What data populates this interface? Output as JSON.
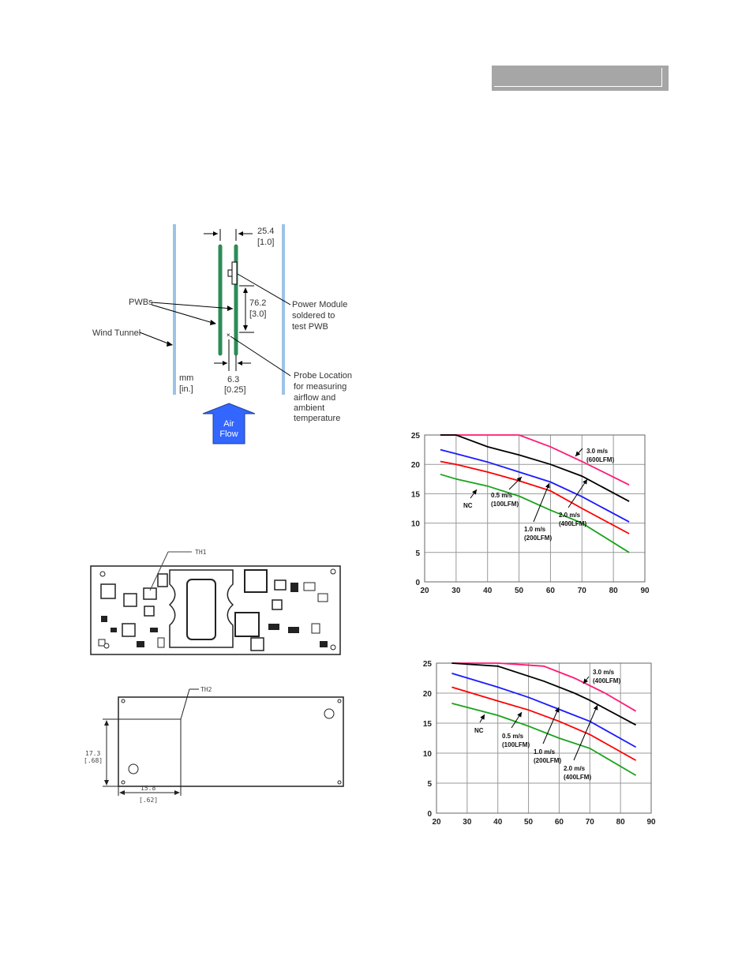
{
  "header": {
    "bar_color": "#a6a6a6"
  },
  "wind_tunnel_figure": {
    "dim_top_mm": "25.4",
    "dim_top_in": "[1.0]",
    "dim_mid_mm": "76.2",
    "dim_mid_in": "[3.0]",
    "dim_bottom_mm": "6.3",
    "dim_bottom_in": "[0.25]",
    "label_pwbs": "PWBs",
    "label_wind_tunnel": "Wind Tunnel",
    "label_units_mm": "mm",
    "label_units_in": "[in.]",
    "label_power_module": [
      "Power Module",
      "soldered to",
      "test PWB"
    ],
    "label_probe": [
      "Probe Location",
      "for measuring",
      "airflow and",
      "ambient",
      "temperature"
    ],
    "air_flow_label": [
      "Air",
      "Flow"
    ],
    "colors": {
      "tunnel": "#9dc3e6",
      "pwb": "#2e8b57",
      "arrow": "#3366ff"
    }
  },
  "pcb_top": {
    "label_th1": "TH1"
  },
  "pcb_bottom": {
    "label_th2": "TH2",
    "dim_v_mm": "17.3",
    "dim_v_in": "[.68]",
    "dim_h_mm": "15.8",
    "dim_h_in": "[.62]"
  },
  "chart_data": [
    {
      "type": "line",
      "title": "",
      "xlabel": "",
      "ylabel": "",
      "xlim": [
        20,
        90
      ],
      "ylim": [
        0,
        25
      ],
      "xticks": [
        20,
        30,
        40,
        50,
        60,
        70,
        80,
        90
      ],
      "yticks": [
        0,
        5,
        10,
        15,
        20,
        25
      ],
      "grid": true,
      "series": [
        {
          "name": "3.0 m/s (600LFM)",
          "color": "#ff1a75",
          "x": [
            25,
            50,
            60,
            70,
            85
          ],
          "y": [
            25,
            25,
            23,
            20.5,
            16.5
          ]
        },
        {
          "name": "2.0 m/s (400LFM)",
          "color": "#000000",
          "x": [
            25,
            30,
            40,
            50,
            60,
            70,
            85
          ],
          "y": [
            25,
            25,
            23,
            21.6,
            20,
            18,
            13.7
          ]
        },
        {
          "name": "0.5 m/s (100LFM)",
          "color": "#1a1aff",
          "x": [
            25,
            30,
            40,
            50,
            60,
            70,
            85
          ],
          "y": [
            22.5,
            21.8,
            20.4,
            18.7,
            17,
            14.5,
            10.2
          ]
        },
        {
          "name": "1.0 m/s (200LFM)",
          "color": "#ff0000",
          "x": [
            25,
            30,
            40,
            50,
            60,
            70,
            85
          ],
          "y": [
            20.5,
            20,
            18.7,
            17.2,
            15.5,
            12.5,
            8.2
          ]
        },
        {
          "name": "NC",
          "color": "#1aa31a",
          "x": [
            25,
            30,
            40,
            50,
            60,
            70,
            85
          ],
          "y": [
            18.3,
            17.5,
            16.3,
            14.6,
            12.2,
            10,
            5
          ]
        }
      ],
      "annotations": [
        {
          "lines": [
            "3.0 m/s",
            "(600LFM)"
          ]
        },
        {
          "lines": [
            "NC"
          ]
        },
        {
          "lines": [
            "0.5 m/s",
            "(100LFM)"
          ]
        },
        {
          "lines": [
            "1.0 m/s",
            "(200LFM)"
          ]
        },
        {
          "lines": [
            "2.0 m/s",
            "(400LFM)"
          ]
        }
      ]
    },
    {
      "type": "line",
      "title": "",
      "xlabel": "",
      "ylabel": "",
      "xlim": [
        20,
        90
      ],
      "ylim": [
        0,
        25
      ],
      "xticks": [
        20,
        30,
        40,
        50,
        60,
        70,
        80,
        90
      ],
      "yticks": [
        0,
        5,
        10,
        15,
        20,
        25
      ],
      "grid": true,
      "series": [
        {
          "name": "3.0 m/s (400LFM)",
          "color": "#ff1a75",
          "x": [
            25,
            40,
            55,
            65,
            75,
            85
          ],
          "y": [
            25,
            25,
            24.5,
            22.5,
            20,
            17
          ]
        },
        {
          "name": "2.0 m/s (400LFM)",
          "color": "#000000",
          "x": [
            25,
            40,
            55,
            65,
            70,
            85
          ],
          "y": [
            25,
            24.5,
            22,
            20,
            18.8,
            14.7
          ]
        },
        {
          "name": "0.5 m/s (100LFM)",
          "color": "#1a1aff",
          "x": [
            25,
            40,
            50,
            60,
            70,
            85
          ],
          "y": [
            23.3,
            21,
            19.3,
            17.3,
            15.3,
            11
          ]
        },
        {
          "name": "1.0 m/s (200LFM)",
          "color": "#ff0000",
          "x": [
            25,
            40,
            50,
            60,
            70,
            85
          ],
          "y": [
            21,
            18.7,
            17.2,
            15.3,
            13.1,
            8.8
          ]
        },
        {
          "name": "NC",
          "color": "#1aa31a",
          "x": [
            25,
            40,
            50,
            60,
            70,
            85
          ],
          "y": [
            18.3,
            16.3,
            14.5,
            12.5,
            10.8,
            6.3
          ]
        }
      ],
      "annotations": [
        {
          "lines": [
            "3.0 m/s",
            "(400LFM)"
          ]
        },
        {
          "lines": [
            "NC"
          ]
        },
        {
          "lines": [
            "0.5 m/s",
            "(100LFM)"
          ]
        },
        {
          "lines": [
            "1.0 m/s",
            "(200LFM)"
          ]
        },
        {
          "lines": [
            "2.0 m/s",
            "(400LFM)"
          ]
        }
      ]
    }
  ]
}
